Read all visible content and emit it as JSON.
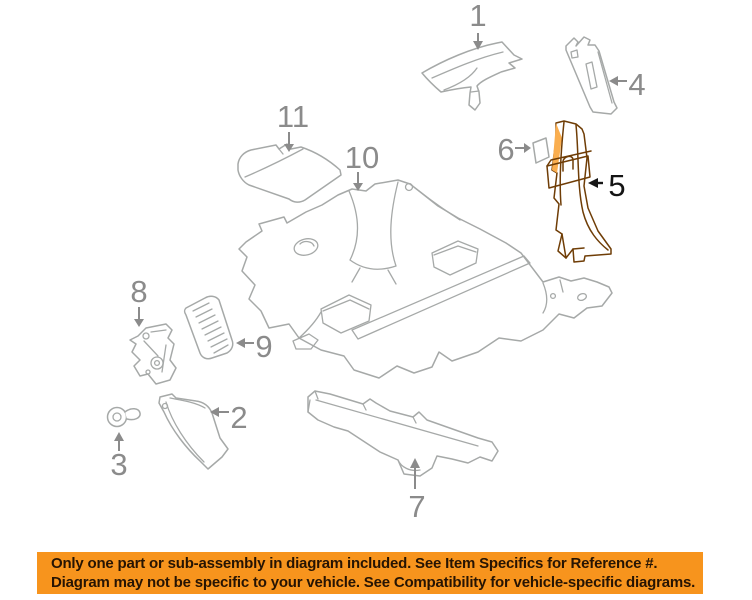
{
  "diagram": {
    "callouts": [
      {
        "number": "1",
        "highlighted": false
      },
      {
        "number": "2",
        "highlighted": false
      },
      {
        "number": "3",
        "highlighted": false
      },
      {
        "number": "4",
        "highlighted": false
      },
      {
        "number": "5",
        "highlighted": true
      },
      {
        "number": "6",
        "highlighted": false
      },
      {
        "number": "7",
        "highlighted": false
      },
      {
        "number": "8",
        "highlighted": false
      },
      {
        "number": "9",
        "highlighted": false
      },
      {
        "number": "10",
        "highlighted": false
      },
      {
        "number": "11",
        "highlighted": false
      }
    ],
    "colors": {
      "line_art": "#a6a9a8",
      "label": "#8b8b8b",
      "highlight_fill": "#F5921E",
      "highlight_fill_light": "#FAAE4F",
      "highlight_stroke": "#6F3D06",
      "highlight_label": "#141414"
    }
  },
  "banner": {
    "line1": "Only one part or sub-assembly in diagram included. See Item Specifics for Reference #.",
    "line2": "Diagram may not be specific to your vehicle. See Compatibility for vehicle-specific diagrams.",
    "background": "#F7941D",
    "text_color": "#261403"
  }
}
